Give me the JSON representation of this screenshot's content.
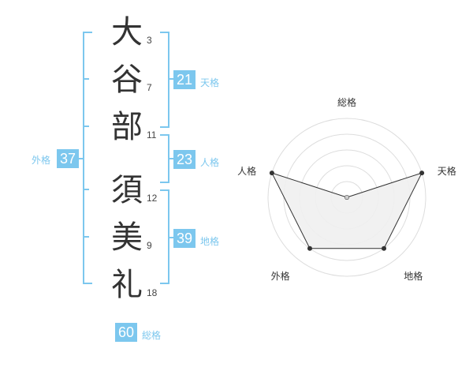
{
  "name": {
    "chars": [
      {
        "char": "大",
        "strokes": "3"
      },
      {
        "char": "谷",
        "strokes": "7"
      },
      {
        "char": "部",
        "strokes": "11"
      },
      {
        "char": "須",
        "strokes": "12"
      },
      {
        "char": "美",
        "strokes": "9"
      },
      {
        "char": "礼",
        "strokes": "18"
      }
    ]
  },
  "fortunes": {
    "tenkaku": {
      "value": "21",
      "label": "天格"
    },
    "jinkaku": {
      "value": "23",
      "label": "人格"
    },
    "chikaku": {
      "value": "39",
      "label": "地格"
    },
    "gaikaku": {
      "value": "37",
      "label": "外格"
    },
    "soukaku": {
      "value": "60",
      "label": "総格"
    }
  },
  "radar": {
    "axes": [
      "総格",
      "天格",
      "地格",
      "外格",
      "人格"
    ],
    "levels": 5,
    "values": [
      0,
      5,
      4,
      4,
      5
    ],
    "colors": {
      "fill": "#f0f0f0",
      "stroke": "#333333",
      "grid": "#dddddd"
    }
  },
  "colors": {
    "accent": "#7cc7ee"
  }
}
